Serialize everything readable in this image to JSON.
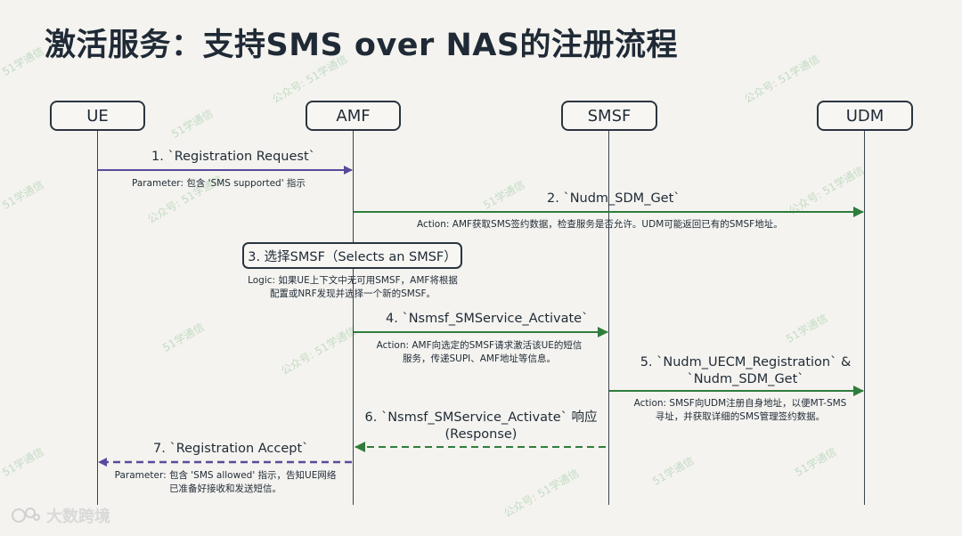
{
  "title": "激活服务：支持SMS over NAS的注册流程",
  "actors": [
    "UE",
    "AMF",
    "SMSF",
    "UDM"
  ],
  "steps": {
    "s1": {
      "label": "1. `Registration Request`",
      "note": "Parameter: 包含 'SMS supported' 指示"
    },
    "s2": {
      "label": "2. `Nudm_SDM_Get`",
      "note": "Action: AMF获取SMS签约数据，检查服务是否允许。UDM可能返回已有的SMSF地址。"
    },
    "s3": {
      "box": "3. 选择SMSF（Selects an SMSF）",
      "note1": "Logic: 如果UE上下文中无可用SMSF，AMF将根据",
      "note2": "配置或NRF发现并选择一个新的SMSF。"
    },
    "s4": {
      "label": "4. `Nsmsf_SMService_Activate`",
      "note1": "Action: AMF向选定的SMSF请求激活该UE的短信",
      "note2": "服务，传递SUPI、AMF地址等信息。"
    },
    "s5": {
      "label1": "5. `Nudm_UECM_Registration` &",
      "label2": "`Nudm_SDM_Get`",
      "note1": "Action: SMSF向UDM注册自身地址，以便MT-SMS",
      "note2": "寻址，并获取详细的SMS管理签约数据。"
    },
    "s6": {
      "label1": "6. `Nsmsf_SMService_Activate` 响应",
      "label2": "(Response)"
    },
    "s7": {
      "label": "7. `Registration Accept`",
      "note1": "Parameter: 包含 'SMS allowed' 指示，告知UE网络",
      "note2": "已准备好接收和发送短信。"
    }
  },
  "footer": {
    "brand": "大数跨境"
  },
  "watermark": "51学通信",
  "watermark2": "公众号: 51学通信",
  "colors": {
    "purple": "#5b4a9b",
    "green": "#2f7d3c"
  }
}
